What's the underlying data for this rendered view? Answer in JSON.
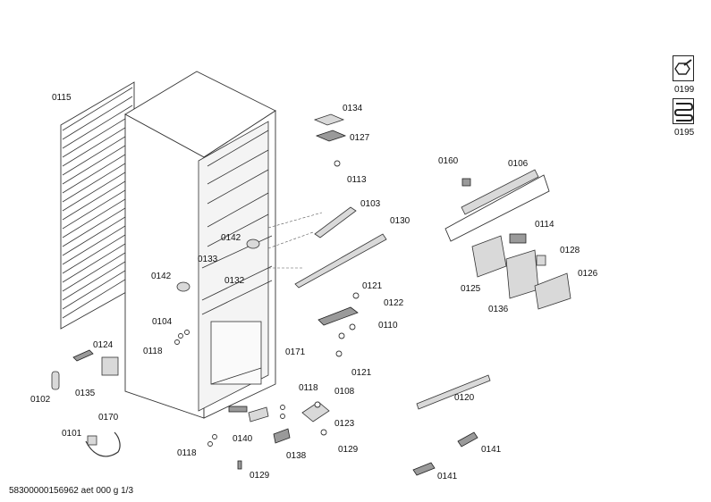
{
  "footer": {
    "document_id": "58300000156962 aet 000 g 1/3"
  },
  "service_icons": [
    {
      "label": "0199",
      "icon": "wrench-hex-icon"
    },
    {
      "label": "0195",
      "icon": "coil-icon"
    }
  ],
  "labels": [
    {
      "id": "0115",
      "text": "0115"
    },
    {
      "id": "0134",
      "text": "0134"
    },
    {
      "id": "0127",
      "text": "0127"
    },
    {
      "id": "0113",
      "text": "0113"
    },
    {
      "id": "0103",
      "text": "0103"
    },
    {
      "id": "0130",
      "text": "0130"
    },
    {
      "id": "0142a",
      "text": "0142"
    },
    {
      "id": "0133",
      "text": "0133"
    },
    {
      "id": "0132",
      "text": "0132"
    },
    {
      "id": "0142b",
      "text": "0142"
    },
    {
      "id": "0104",
      "text": "0104"
    },
    {
      "id": "0118a",
      "text": "0118"
    },
    {
      "id": "0124",
      "text": "0124"
    },
    {
      "id": "0135",
      "text": "0135"
    },
    {
      "id": "0102",
      "text": "0102"
    },
    {
      "id": "0170",
      "text": "0170"
    },
    {
      "id": "0101",
      "text": "0101"
    },
    {
      "id": "0118b",
      "text": "0118"
    },
    {
      "id": "0129a",
      "text": "0129"
    },
    {
      "id": "0140",
      "text": "0140"
    },
    {
      "id": "0138",
      "text": "0138"
    },
    {
      "id": "0118c",
      "text": "0118"
    },
    {
      "id": "0108",
      "text": "0108"
    },
    {
      "id": "0123",
      "text": "0123"
    },
    {
      "id": "0129b",
      "text": "0129"
    },
    {
      "id": "0171",
      "text": "0171"
    },
    {
      "id": "0121a",
      "text": "0121"
    },
    {
      "id": "0122",
      "text": "0122"
    },
    {
      "id": "0110",
      "text": "0110"
    },
    {
      "id": "0121b",
      "text": "0121"
    },
    {
      "id": "0160",
      "text": "0160"
    },
    {
      "id": "0106",
      "text": "0106"
    },
    {
      "id": "0114",
      "text": "0114"
    },
    {
      "id": "0128",
      "text": "0128"
    },
    {
      "id": "0125",
      "text": "0125"
    },
    {
      "id": "0136",
      "text": "0136"
    },
    {
      "id": "0126",
      "text": "0126"
    },
    {
      "id": "0120",
      "text": "0120"
    },
    {
      "id": "0141a",
      "text": "0141"
    },
    {
      "id": "0141b",
      "text": "0141"
    }
  ]
}
